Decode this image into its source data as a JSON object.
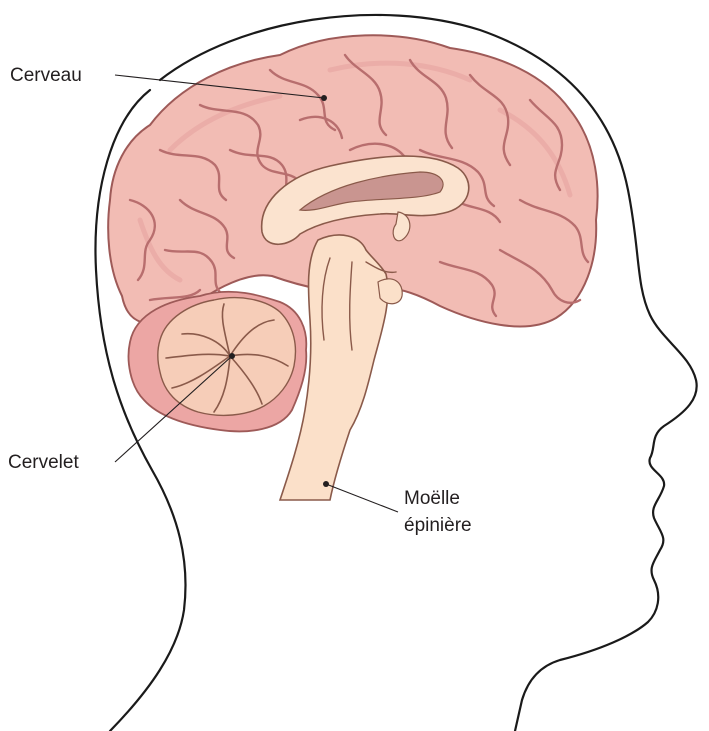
{
  "labels": {
    "cerveau": "Cerveau",
    "cervelet": "Cervelet",
    "moelle_line1": "Moëlle",
    "moelle_line2": "épinière"
  },
  "colors": {
    "cortex_fill": "#f2bcb4",
    "cortex_stroke": "#9e5a58",
    "cortex_sulcus": "#b86e6e",
    "corpus_callosum_fill": "#fbe3cf",
    "ventricle_fill": "#c99590",
    "brainstem_fill": "#fbe0c9",
    "cerebellum_fill": "#f6cdb8",
    "cerebellum_cortex": "#eca6a4",
    "head_outline": "#1a1a1a"
  }
}
